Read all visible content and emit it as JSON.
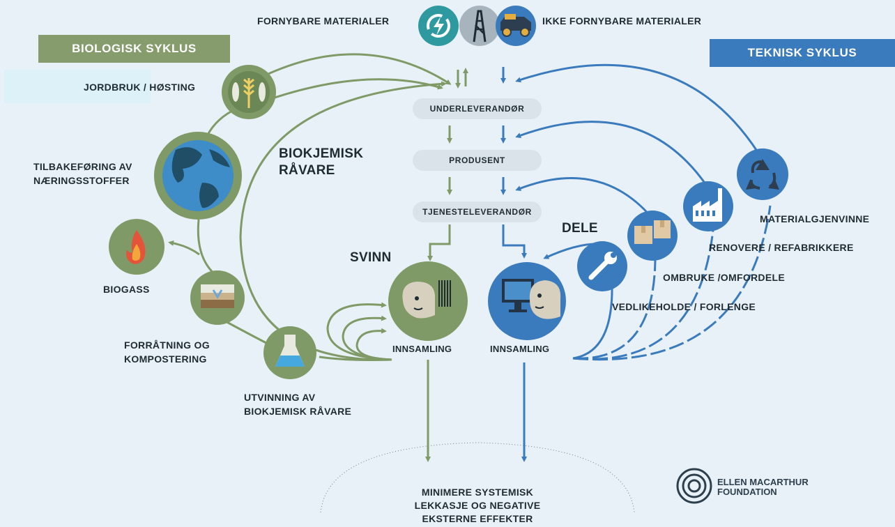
{
  "top": {
    "renewable": "FORNYBARE MATERIALER",
    "nonrenewable": "IKKE FORNYBARE MATERIALER"
  },
  "cycles": {
    "biological": "BIOLOGISK SYKLUS",
    "technical": "TEKNISK SYKLUS"
  },
  "chain": {
    "supplier": "UNDERLEVERANDØR",
    "producer": "PRODUSENT",
    "service": "TJENESTELEVERANDØR"
  },
  "biological": {
    "farming": "JORDBRUK / HØSTING",
    "nutrients": "TILBAKEFØRING AV\nNÆRINGSSTOFFER",
    "biogas": "BIOGASS",
    "composting": "FORRÅTNING OG\nKOMPOSTERING",
    "extraction": "UTVINNING AV\nBIOKJEMISK RÅVARE",
    "feedstock": "BIOKJEMISK\nRÅVARE",
    "waste": "SVINN",
    "collection": "INNSAMLING"
  },
  "technical": {
    "share": "DELE",
    "collection": "INNSAMLING",
    "recycle": "MATERIALGJENVINNE",
    "refurbish": "RENOVERE / REFABRIKKERE",
    "reuse": "OMBRUKE /OMFORDELE",
    "maintain": "VEDLIKEHOLDE / FORLENGE"
  },
  "bottom": {
    "leakage": "MINIMERE SYSTEMISK\nLEKKASJE OG NEGATIVE\nEKSTERNE EFFEKTER"
  },
  "brand": {
    "line1": "ELLEN MACARTHUR",
    "line2": "FOUNDATION"
  },
  "colors": {
    "green": "#7f9a66",
    "blue": "#3a7bbd",
    "background": "#e9f1f8",
    "text": "#1e2b33"
  }
}
